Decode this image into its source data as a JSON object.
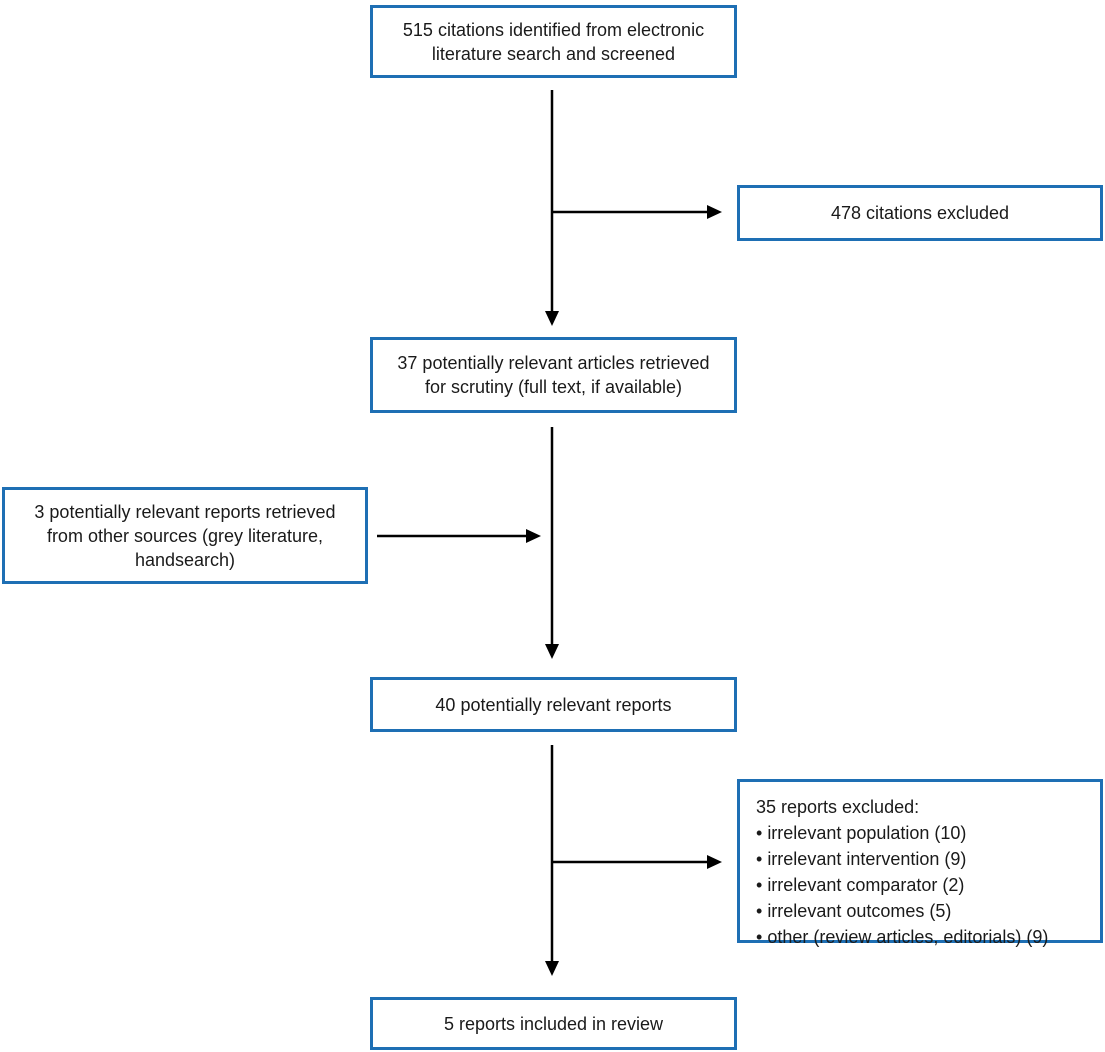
{
  "diagram": {
    "type": "flowchart",
    "boxes": {
      "screened": {
        "text": "515 citations identified from electronic literature search and screened"
      },
      "citations_excluded": {
        "text": "478 citations excluded"
      },
      "articles_retrieved": {
        "text": "37 potentially relevant articles retrieved for scrutiny (full text, if available)"
      },
      "other_sources": {
        "text": "3 potentially relevant reports retrieved from other sources (grey literature, handsearch)"
      },
      "relevant_reports": {
        "text": "40 potentially relevant reports"
      },
      "reports_excluded": {
        "title": "35 reports excluded:",
        "items": [
          "irrelevant population (10)",
          "irrelevant intervention (9)",
          "irrelevant comparator (2)",
          "irrelevant outcomes (5)",
          "other (review articles, editorials) (9)"
        ]
      },
      "included": {
        "text": "5 reports included in review"
      }
    },
    "flow": [
      "screened -> articles_retrieved",
      "screened -> citations_excluded",
      "articles_retrieved -> relevant_reports",
      "other_sources -> relevant_reports",
      "relevant_reports -> included",
      "relevant_reports -> reports_excluded"
    ],
    "colors": {
      "box_border": "#1e6fb4",
      "arrow": "#000000",
      "text": "#1a1a1a",
      "background": "#ffffff"
    }
  }
}
